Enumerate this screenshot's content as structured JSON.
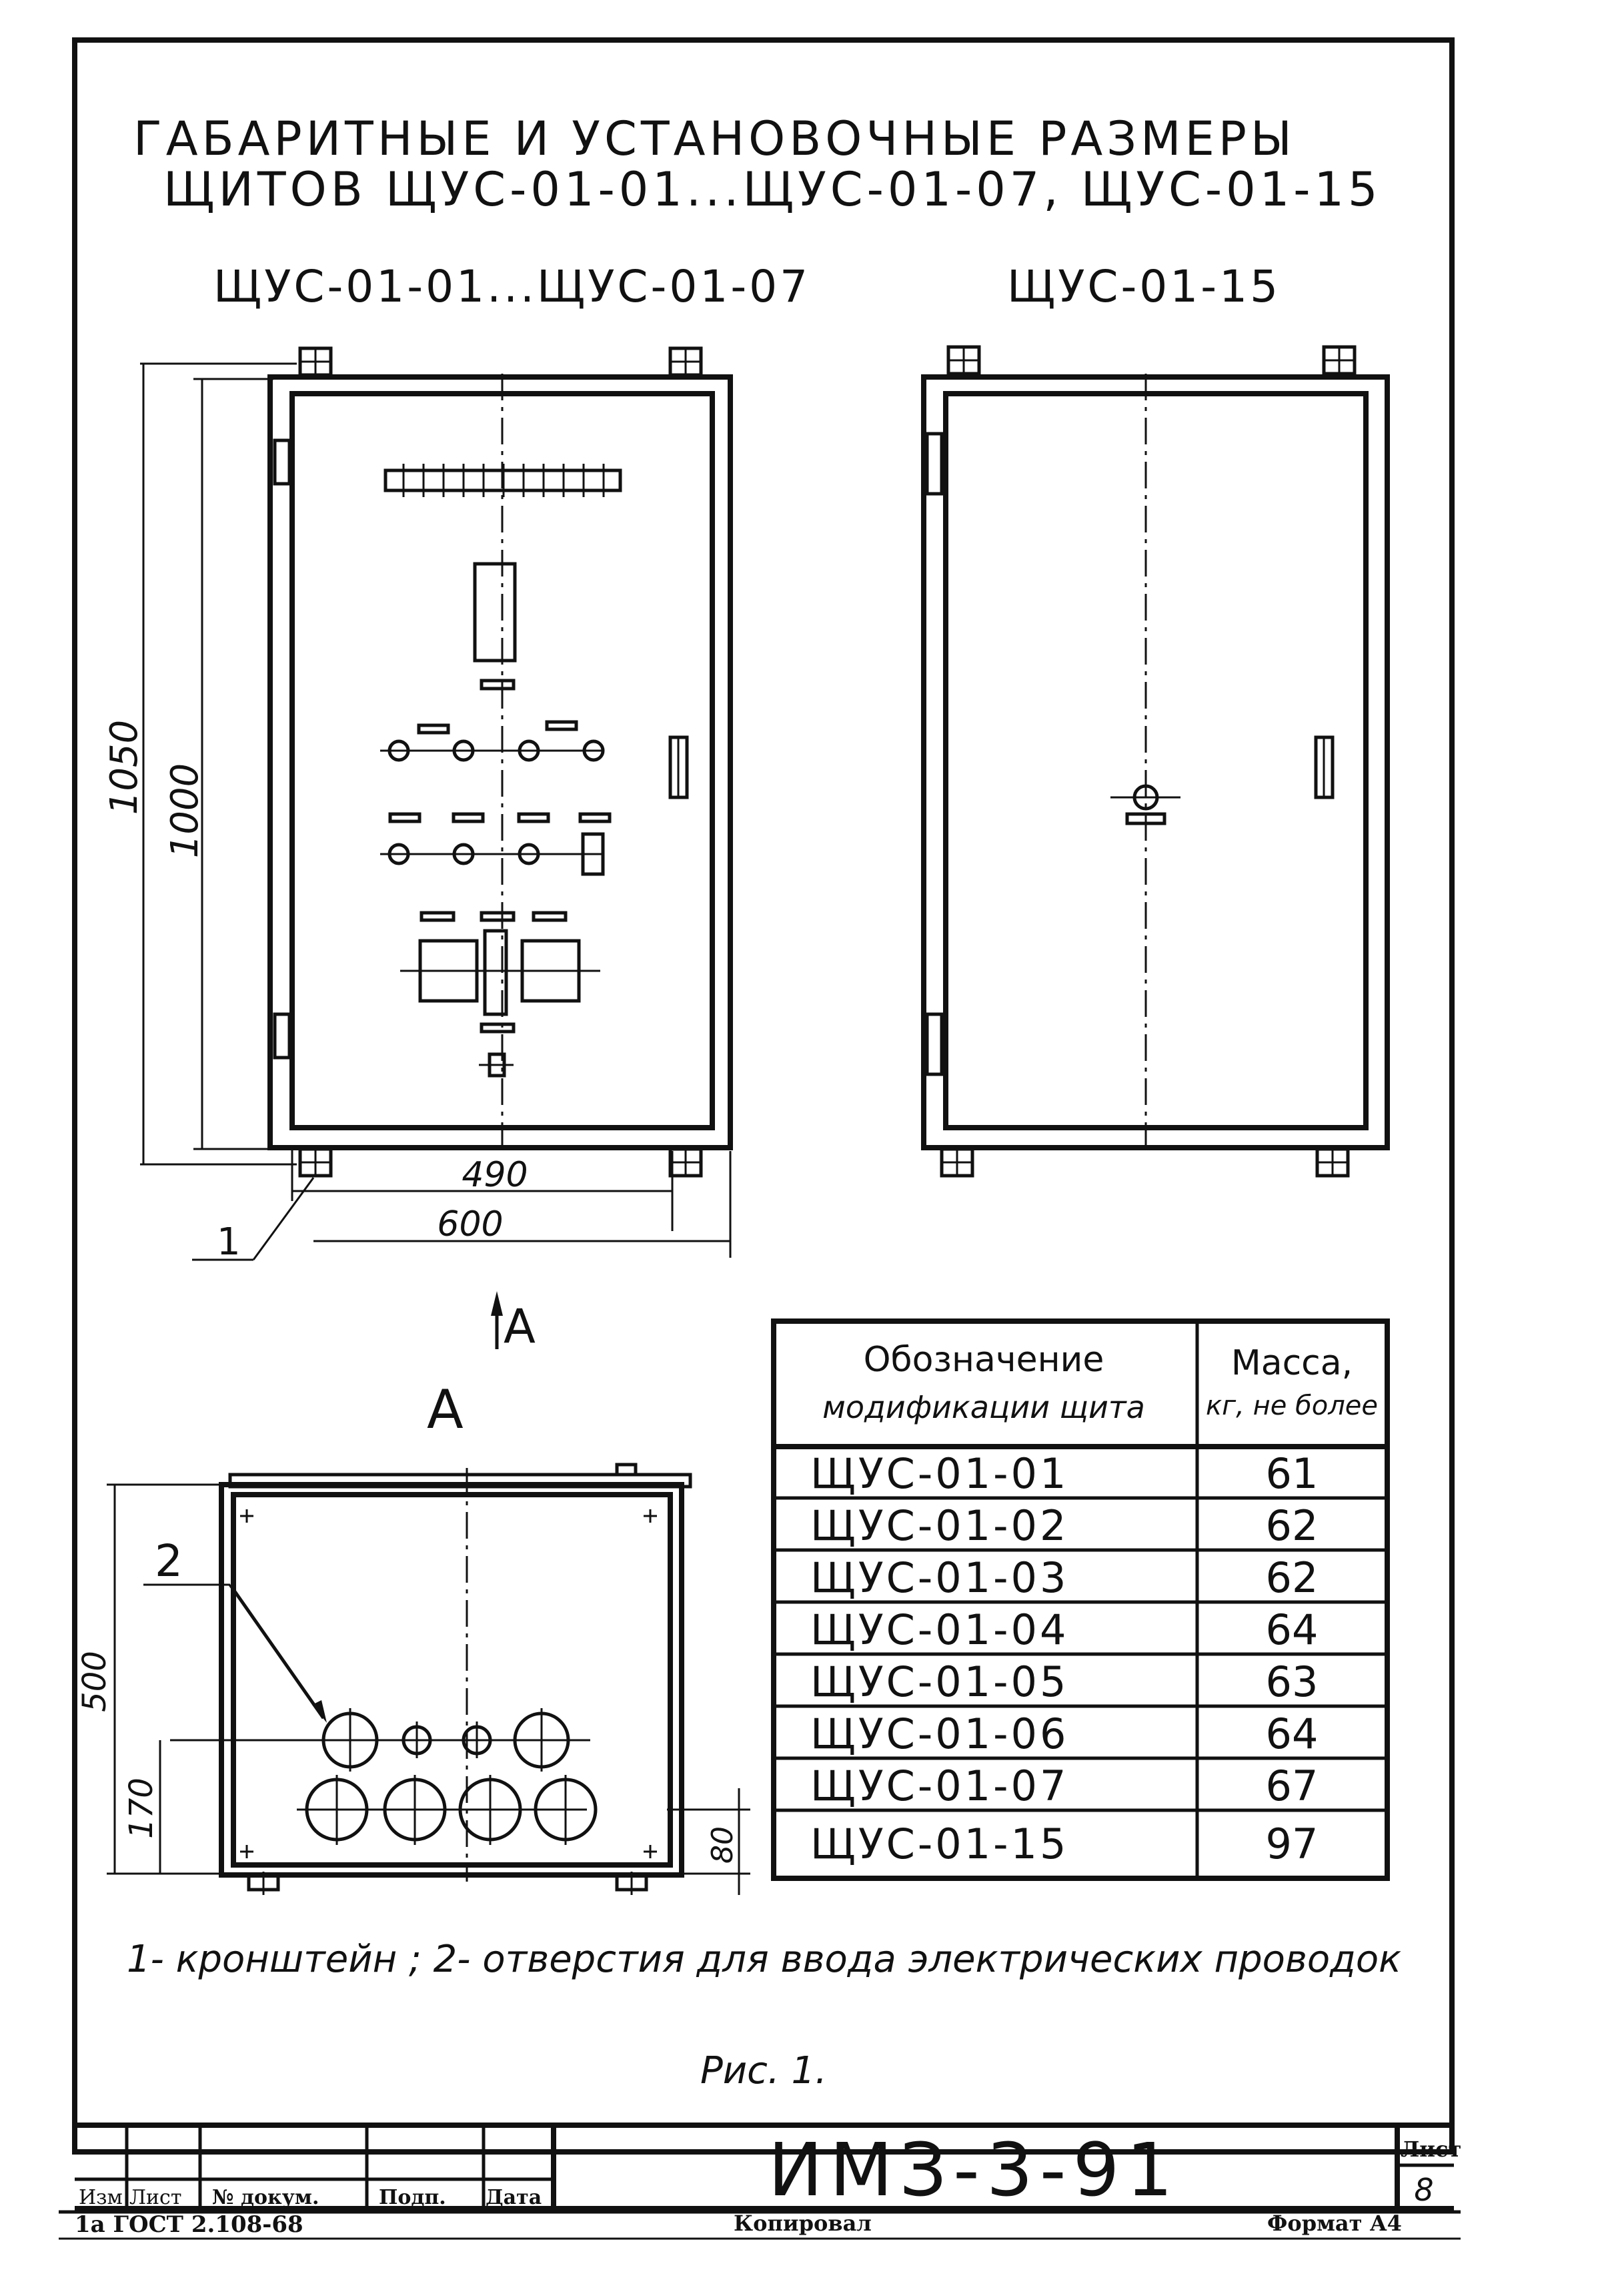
{
  "title": {
    "line1": "ГАБАРИТНЫЕ И УСТАНОВОЧНЫЕ РАЗМЕРЫ",
    "line2": "ЩИТОВ ЩУС-01-01...ЩУС-01-07, ЩУС-01-15"
  },
  "views": {
    "left_caption": "ЩУС-01-01...ЩУС-01-07",
    "right_caption": "ЩУС-01-15",
    "view_a_marker": "А",
    "view_a_title": "А"
  },
  "dimensions": {
    "height_outer": "1050",
    "height_inner": "1000",
    "width_inner": "490",
    "width_outer": "600",
    "depth": "500",
    "holes_row1": "170",
    "holes_row2": "80"
  },
  "callouts": {
    "bracket": "1",
    "holes": "2"
  },
  "table": {
    "header_col1_line1": "Обозначение",
    "header_col1_line2": "модификации щита",
    "header_col2_line1": "Масса,",
    "header_col2_line2": "кг, не более",
    "rows": [
      {
        "name": "ЩУС-01-01",
        "mass": "61"
      },
      {
        "name": "ЩУС-01-02",
        "mass": "62"
      },
      {
        "name": "ЩУС-01-03",
        "mass": "62"
      },
      {
        "name": "ЩУС-01-04",
        "mass": "64"
      },
      {
        "name": "ЩУС-01-05",
        "mass": "63"
      },
      {
        "name": "ЩУС-01-06",
        "mass": "64"
      },
      {
        "name": "ЩУС-01-07",
        "mass": "67"
      },
      {
        "name": "ЩУС-01-15",
        "mass": "97"
      }
    ]
  },
  "legend": "1- кронштейн ; 2- отверстия для ввода электрических проводок",
  "figure_caption": "Рис. 1.",
  "title_block": {
    "code": "ИМЗ-3-91",
    "col_izm": "Изм",
    "col_list": "Лист",
    "col_doc": "№ докум.",
    "col_sign": "Подп.",
    "col_date": "Дата",
    "sheet_label": "Лист",
    "sheet_number": "8",
    "standard": "1а ГОСТ 2.108-68",
    "copied": "Копировал",
    "format": "Формат А4"
  }
}
